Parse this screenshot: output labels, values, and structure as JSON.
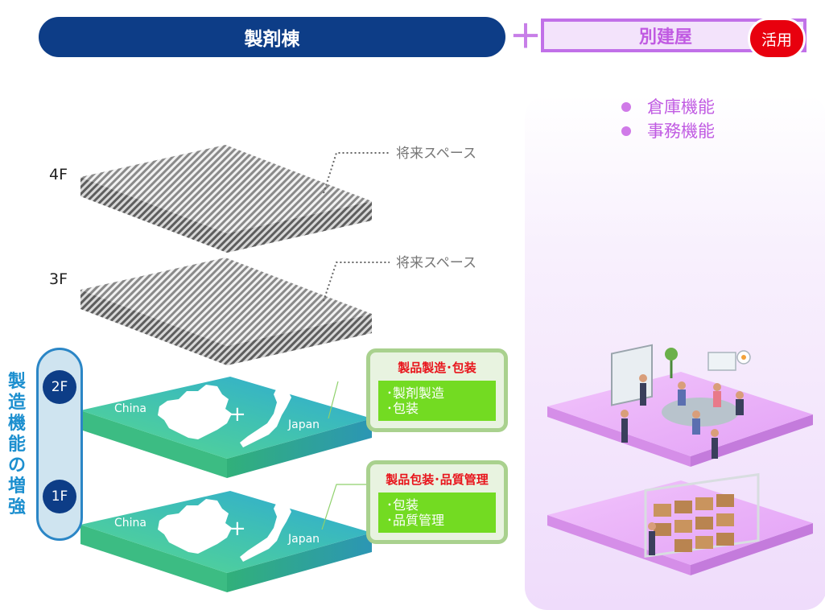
{
  "header": {
    "main_building": "製剤棟",
    "plus": "＋",
    "annex": "別建屋",
    "badge": "活用"
  },
  "annex_functions": [
    "倉庫機能",
    "事務機能"
  ],
  "floors": {
    "f4": "4F",
    "f3": "3F",
    "f2": "2F",
    "f1": "1F"
  },
  "future_space": "将来スペース",
  "side_label": "製造機能の増強",
  "map": {
    "china": "China",
    "japan": "Japan",
    "plus": "+"
  },
  "floor2_box": {
    "title": "製品製造･包装",
    "items": [
      "･製剤製造",
      "･包装"
    ]
  },
  "floor1_box": {
    "title": "製品包装･品質管理",
    "items": [
      "･包装",
      "･品質管理"
    ]
  },
  "colors": {
    "navy": "#0d3d87",
    "purple": "#c170e8",
    "red": "#e8000e",
    "green": "#73db22",
    "teal": "#3aaecf"
  }
}
